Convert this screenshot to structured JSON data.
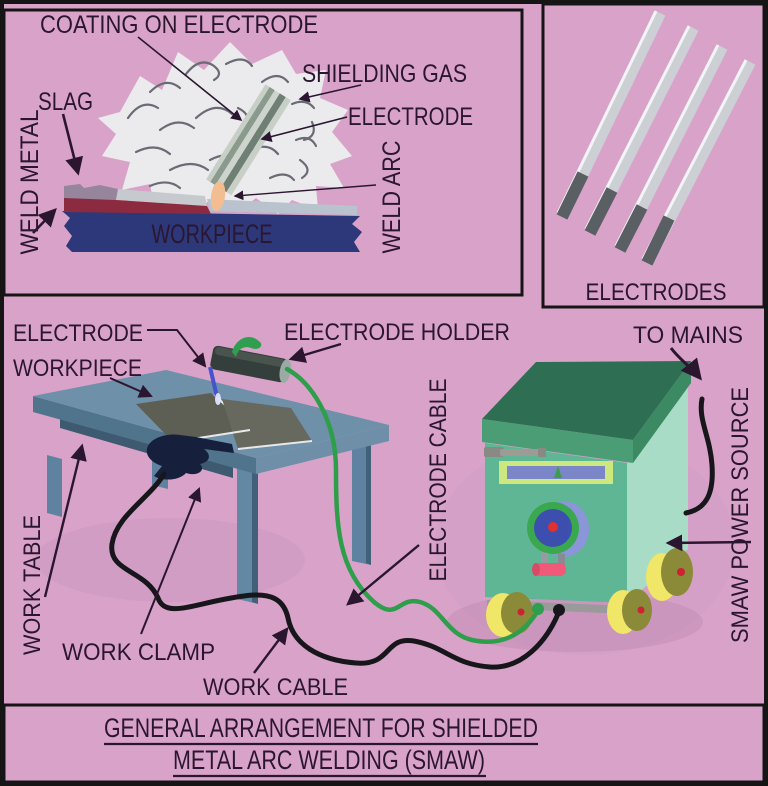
{
  "colors": {
    "background": "#d9a3c9",
    "ink": "#2b1630",
    "panel_border": "#151515",
    "cloud_white": "#ebebee",
    "slag_gray": "#97859c",
    "weld_metal_red": "#8c2b3f",
    "workpiece_blue": "#2c3879",
    "workpiece_text_red": "#e8235c",
    "arc_peach": "#f3bd92",
    "table_blue": "#6e90a9",
    "plate_gray": "#5d5f55",
    "holder_dark": "#343e3a",
    "hook_green": "#2f9e4f",
    "electrode_blue": "#4553cf",
    "cable_green": "#2f9e4a",
    "cable_black": "#17171b",
    "machine_front_teal": "#5fb694",
    "machine_side_mint": "#a9dcc6",
    "machine_lid_green": "#2e6e52",
    "meter_frame": "#cce87f",
    "meter_slot": "#7b86c8",
    "dial_ring_green": "#3aa84f",
    "dial_face_blue": "#3c4fae",
    "dial_dot_red": "#e03030",
    "wheel_yellow": "#f0e668",
    "wheel_face_olive": "#8a8a38"
  },
  "weld_closeup": {
    "coating_label": "COATING ON ELECTRODE",
    "shielding_gas_label": "SHIELDING GAS",
    "electrode_label": "ELECTRODE",
    "slag_label": "SLAG",
    "weld_metal_label": "WELD METAL",
    "weld_arc_label": "WELD ARC",
    "workpiece_label": "WORKPIECE"
  },
  "electrodes_panel": {
    "label": "ELECTRODES"
  },
  "arrangement": {
    "electrode_label": "ELECTRODE",
    "workpiece_label": "WORKPIECE",
    "electrode_holder_label": "ELECTRODE HOLDER",
    "to_mains_label": "TO MAINS",
    "electrode_cable_label": "ELECTRODE CABLE",
    "work_table_label": "WORK TABLE",
    "work_clamp_label": "WORK CLAMP",
    "work_cable_label": "WORK CABLE",
    "smaw_power_source_label": "SMAW POWER SOURCE"
  },
  "title": {
    "line1": "GENERAL ARRANGEMENT FOR SHIELDED",
    "line2": "METAL ARC WELDING (SMAW)"
  }
}
